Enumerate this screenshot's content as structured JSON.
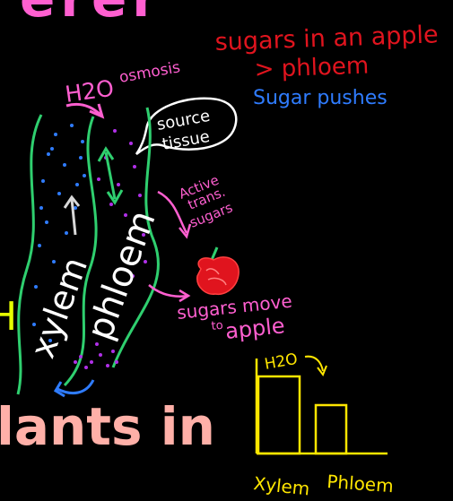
{
  "heading_fragment": "erer",
  "plants_in": "lants in",
  "left_cutoff_letter": "H",
  "red_notes": {
    "line1": "sugars in an apple",
    "line2": "> phloem"
  },
  "blue_note": "Sugar pushes",
  "h2o_osmosis": {
    "h2o": "H2O",
    "osmosis": "osmosis"
  },
  "source_tissue": {
    "line1": "source",
    "line2": "tissue"
  },
  "active_transport": {
    "line1": "Active",
    "line2": "trans.",
    "line3": "sugars"
  },
  "sugars_move": {
    "line1": "sugars move",
    "line2_prefix": "to",
    "line2_main": "apple"
  },
  "xylem_label": "xylem",
  "phloem_label": "phloem",
  "bar_chart": {
    "h2o_label": "H2O",
    "x_labels": [
      "Xylem",
      "Phloem"
    ]
  },
  "colors": {
    "pink": "#ff5fd0",
    "red": "#e0141e",
    "blue": "#2f7cff",
    "green": "#2fcf6f",
    "yellow": "#ffe600",
    "white": "#ffffff",
    "peach": "#ffb0a8",
    "purple": "#b030e8"
  }
}
